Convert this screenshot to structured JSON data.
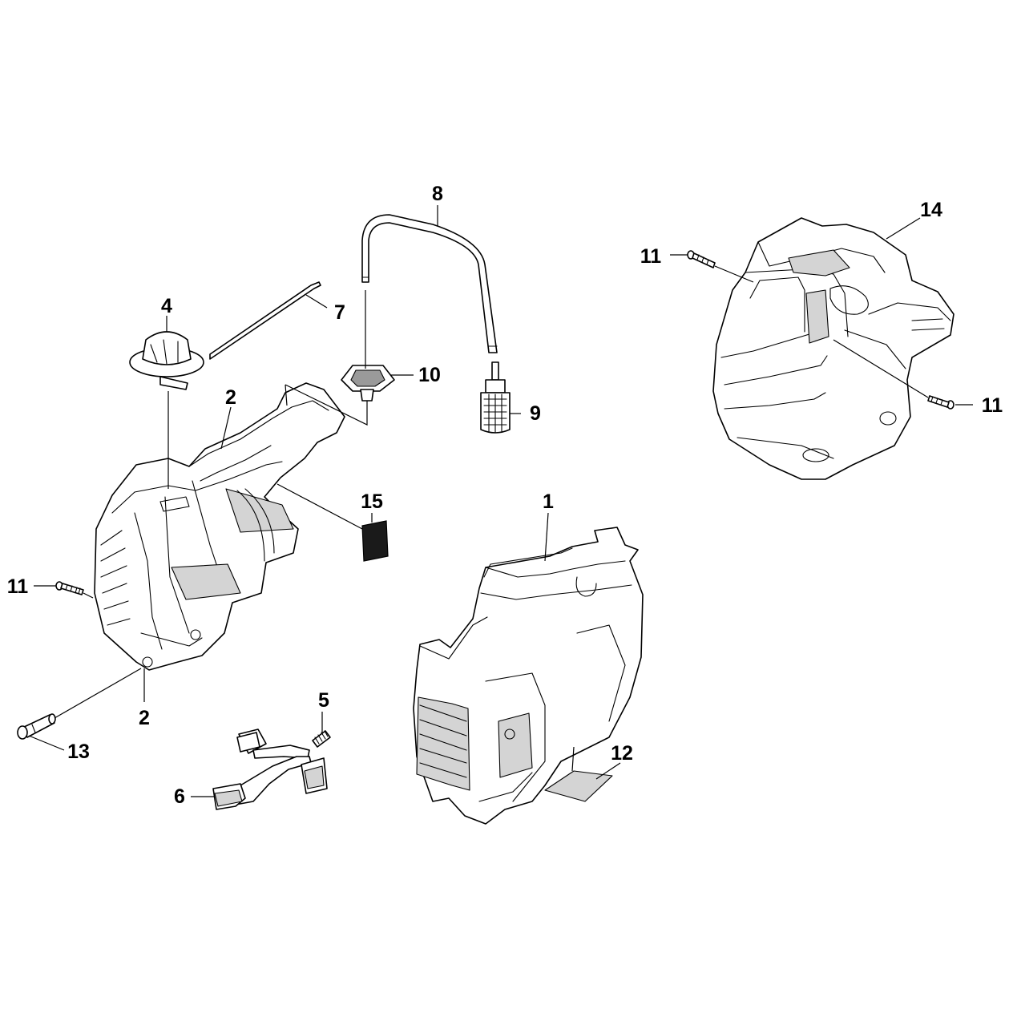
{
  "callouts": {
    "c1": "1",
    "c2_top": "2",
    "c2_bottom": "2",
    "c4": "4",
    "c5": "5",
    "c6": "6",
    "c7": "7",
    "c8": "8",
    "c9": "9",
    "c10": "10",
    "c11_left": "11",
    "c11_top": "11",
    "c11_right": "11",
    "c12": "12",
    "c13": "13",
    "c14": "14",
    "c15": "15"
  }
}
